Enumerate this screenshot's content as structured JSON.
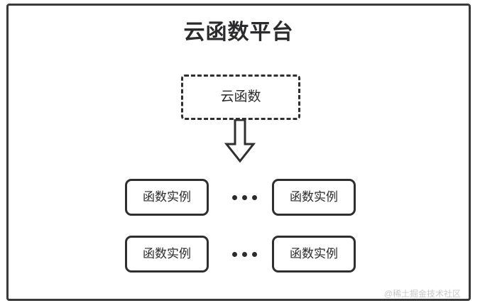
{
  "diagram": {
    "title": "云函数平台",
    "frame_color": "#3a3a3c",
    "background": "#ffffff",
    "cloud_function": {
      "label": "云函数",
      "border_style": "dashed",
      "border_color": "#2f2f31"
    },
    "arrow": {
      "icon": "block-arrow-down",
      "direction": "down",
      "fill": "#ffffff",
      "stroke": "#2f2f31"
    },
    "instance_rows": [
      {
        "left": {
          "label": "函数实例"
        },
        "ellipsis": "•••",
        "right": {
          "label": "函数实例"
        }
      },
      {
        "left": {
          "label": "函数实例"
        },
        "ellipsis": "•••",
        "right": {
          "label": "函数实例"
        }
      }
    ],
    "watermark": "@稀土掘金技术社区"
  }
}
